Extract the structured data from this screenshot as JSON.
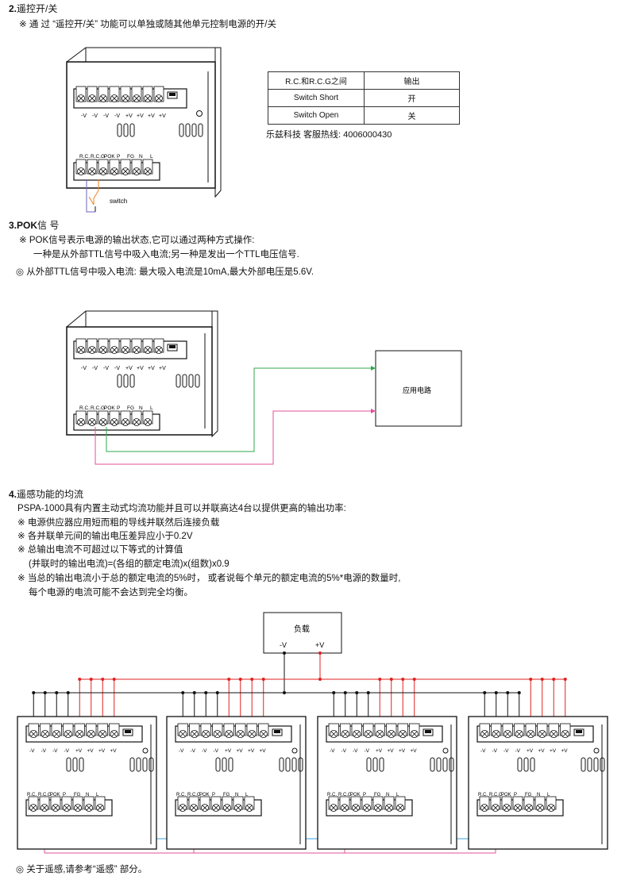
{
  "sec2": {
    "num": "2.",
    "title": "遥控开/关",
    "note": "※ 通 过 “遥控开/关” 功能可以单独或随其他单元控制电源的开/关"
  },
  "table": {
    "header": [
      "R.C.和R.C.G之间",
      "输出"
    ],
    "rows": [
      [
        "Switch Short",
        "开"
      ],
      [
        "Switch Open",
        "关"
      ]
    ]
  },
  "hotline": "乐兹科技 客服热线:  4006000430",
  "psu": {
    "top_terminals": [
      "-V",
      "-V",
      "-V",
      "-V",
      "+V",
      "+V",
      "+V",
      "+V"
    ],
    "bottom_terminals": [
      "R.C.",
      "R.C.G",
      "POK",
      "P",
      "FG",
      "N",
      "L"
    ]
  },
  "switch_label": "switch",
  "sec3": {
    "num": "3.",
    "title": "POK",
    "title_suffix": "信 号",
    "line1": "※ POK信号表示电源的输出状态,它可以通过两种方式操作:",
    "line2": "一种是从外部TTL信号中吸入电流;另一种是发出一个TTL电压信号.",
    "line3": "◎ 从外部TTL信号中吸入电流: 最大吸入电流是10mA,最大外部电压是5.6V."
  },
  "app_circuit": "应用电路",
  "sec4": {
    "num": "4.",
    "title": "遥感功能的均流",
    "lines": [
      "PSPA-1000具有内置主动式均流功能并且可以并联高达4台以提供更高的输出功率:",
      "※ 电源供应器应用短而粗的导线并联然后连接负载",
      "※ 各并联单元间的输出电压差异应小于0.2V",
      "※ 总输出电流不可超过以下等式的计算值",
      "(并联时的输出电流)=(各组的额定电流)x(组数)x0.9",
      "※ 当总的输出电流小于总的额定电流的5%时， 或者说每个单元的额定电流的5%*电源的数量时,",
      "每个电源的电流可能不会达到完全均衡。"
    ]
  },
  "load": {
    "label": "负载",
    "neg": "-V",
    "pos": "+V"
  },
  "footer": "◎ 关于遥感,请参考“遥感” 部分。",
  "colors": {
    "green": "#2fa84f",
    "magenta": "#e0509a",
    "red": "#e02020",
    "blue": "#3aa0e0",
    "purple": "#7060c0",
    "orange": "#f08020"
  }
}
